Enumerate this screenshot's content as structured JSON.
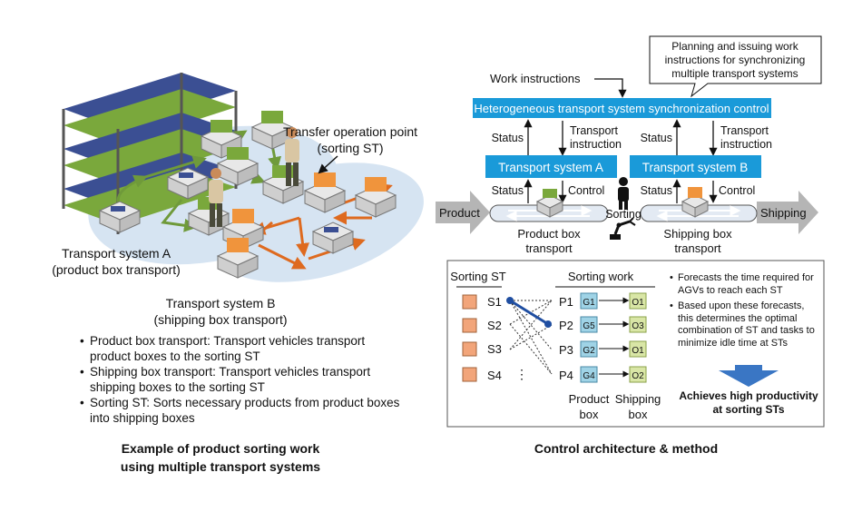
{
  "left": {
    "labels": {
      "transfer_point": "Transfer operation point",
      "transfer_point_sub": "(sorting ST)",
      "system_a": "Transport system A",
      "system_a_sub": "(product box transport)",
      "system_b": "Transport system B",
      "system_b_sub": "(shipping box transport)"
    },
    "bullets": [
      "Product box transport: Transport vehicles transport product boxes to the sorting ST",
      "Shipping box transport: Transport vehicles transport shipping boxes to the sorting ST",
      "Sorting ST: Sorts necessary products from product boxes into shipping boxes"
    ],
    "caption_line1": "Example of product sorting work",
    "caption_line2": "using multiple transport systems"
  },
  "right": {
    "callout_line1": "Planning and issuing work",
    "callout_line2": "instructions for synchronizing",
    "callout_line3": "multiple transport systems",
    "work_instructions": "Work instructions",
    "control_bar": "Heterogeneous transport system synchronization control",
    "status": "Status",
    "transport": "Transport",
    "instruction": "instruction",
    "system_a": "Transport system A",
    "system_b": "Transport system B",
    "control": "Control",
    "product": "Product",
    "sorting": "Sorting",
    "shipping": "Shipping",
    "product_box_transport_1": "Product box",
    "product_box_transport_2": "transport",
    "shipping_box_transport_1": "Shipping box",
    "shipping_box_transport_2": "transport",
    "sorting_st_header": "Sorting ST",
    "sorting_work_header": "Sorting work",
    "stations": [
      "S1",
      "S2",
      "S3",
      "S4"
    ],
    "dots": "⋮",
    "pairs": [
      {
        "p": "P1",
        "g": "G1",
        "o": "O1"
      },
      {
        "p": "P2",
        "g": "G5",
        "o": "O3"
      },
      {
        "p": "P3",
        "g": "G2",
        "o": "O1"
      },
      {
        "p": "P4",
        "g": "G4",
        "o": "O2"
      }
    ],
    "product_box_l1": "Product",
    "product_box_l2": "box",
    "shipping_box_l1": "Shipping",
    "shipping_box_l2": "box",
    "bullets": [
      "Forecasts the time required for AGVs to reach each ST",
      "Based upon these forecasts, this determines the optimal combination of ST and tasks to minimize idle time at STs"
    ],
    "result_line1": "Achieves high productivity",
    "result_line2": "at sorting STs",
    "caption": "Control architecture & method"
  },
  "colors": {
    "accent_blue": "#1a9ad9",
    "dark_blue": "#1f4ea1",
    "orange_arrow": "#de6a1f",
    "green_arrow": "#6f9a3a",
    "station_fill": "#f2a57a",
    "g_fill": "#9fd3e6",
    "o_fill": "#d9e6a6",
    "ellipse_fill": "#d6e4f2"
  }
}
